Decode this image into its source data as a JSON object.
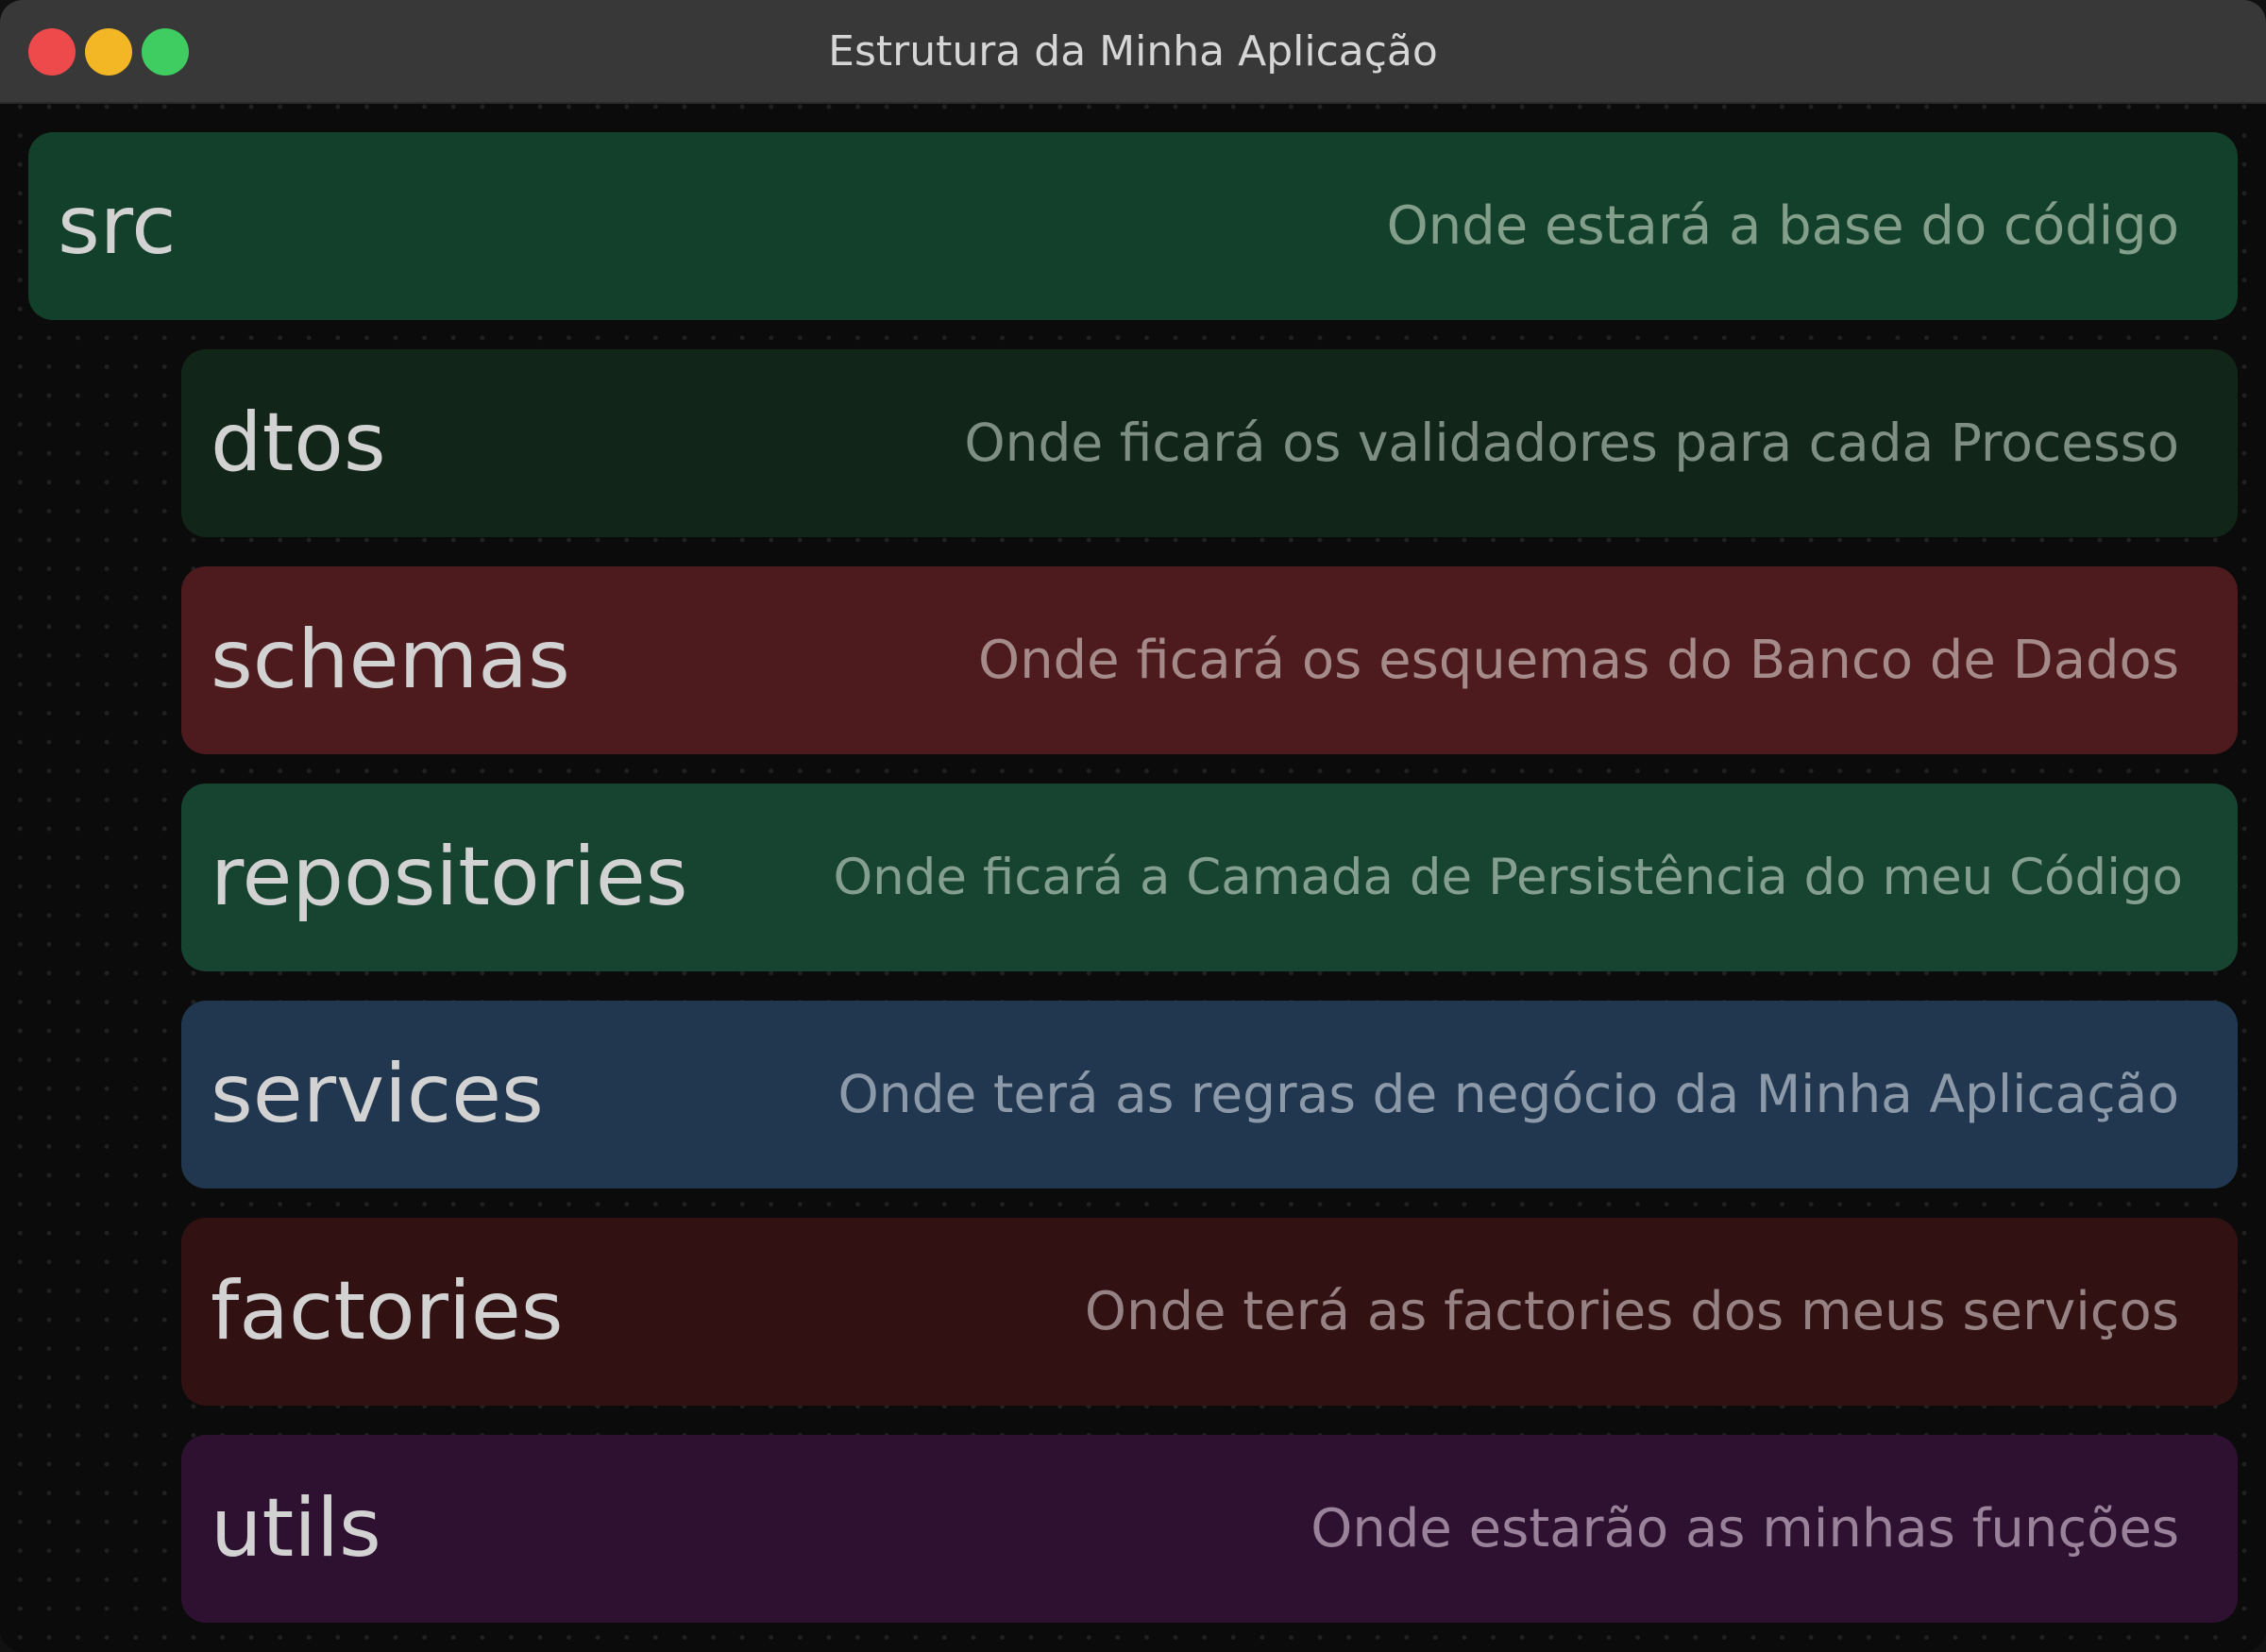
{
  "window": {
    "title": "Estrutura da Minha Aplicação"
  },
  "colors": {
    "src": "#13402a",
    "dtos": "#112518",
    "schemas": "#4d1a1d",
    "repositories": "#174431",
    "services": "#213750",
    "factories": "#311112",
    "utils": "#2e1131"
  },
  "folders": [
    {
      "name": "src",
      "description": "Onde estará a base do código"
    },
    {
      "name": "dtos",
      "description": "Onde ficará os validadores para cada Processo"
    },
    {
      "name": "schemas",
      "description": "Onde ficará os esquemas do Banco de Dados"
    },
    {
      "name": "repositories",
      "description": "Onde ficará a Camada de Persistência do meu Código"
    },
    {
      "name": "services",
      "description": "Onde terá as regras de negócio da Minha Aplicação"
    },
    {
      "name": "factories",
      "description": "Onde terá as factories dos meus serviços"
    },
    {
      "name": "utils",
      "description": "Onde estarão as minhas funções"
    }
  ]
}
